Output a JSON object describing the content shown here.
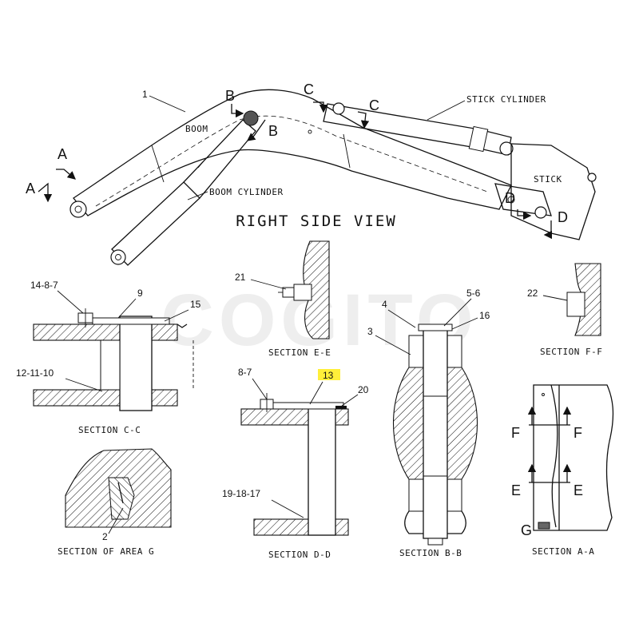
{
  "watermark": "COGITO",
  "main_view": {
    "title": "RIGHT SIDE VIEW",
    "labels": {
      "boom": "BOOM",
      "boom_cylinder": "BOOM CYLINDER",
      "stick_cylinder": "STICK CYLINDER",
      "stick": "STICK",
      "callout_1": "1"
    },
    "section_letters": {
      "a": "A",
      "b": "B",
      "c": "C",
      "d": "D"
    }
  },
  "section_cc": {
    "caption": "SECTION C-C",
    "callouts": {
      "c1": "14-8-7",
      "c2": "9",
      "c3": "15",
      "c4": "12-11-10"
    }
  },
  "section_ee": {
    "caption": "SECTION E-E",
    "callouts": {
      "c1": "21"
    }
  },
  "section_bb": {
    "caption": "SECTION B-B",
    "callouts": {
      "c1": "4",
      "c2": "5-6",
      "c3": "16",
      "c4": "3"
    }
  },
  "section_ff": {
    "caption": "SECTION F-F",
    "callouts": {
      "c1": "22"
    }
  },
  "section_dd": {
    "caption": "SECTION D-D",
    "callouts": {
      "c1": "8-7",
      "c2": "13",
      "c3": "20",
      "c4": "19-18-17"
    },
    "highlight_color": "#ffef3a"
  },
  "section_g": {
    "caption": "SECTION OF AREA G",
    "callouts": {
      "c1": "2"
    }
  },
  "section_aa": {
    "caption": "SECTION A-A",
    "letters": {
      "f": "F",
      "e": "E",
      "g": "G"
    }
  }
}
